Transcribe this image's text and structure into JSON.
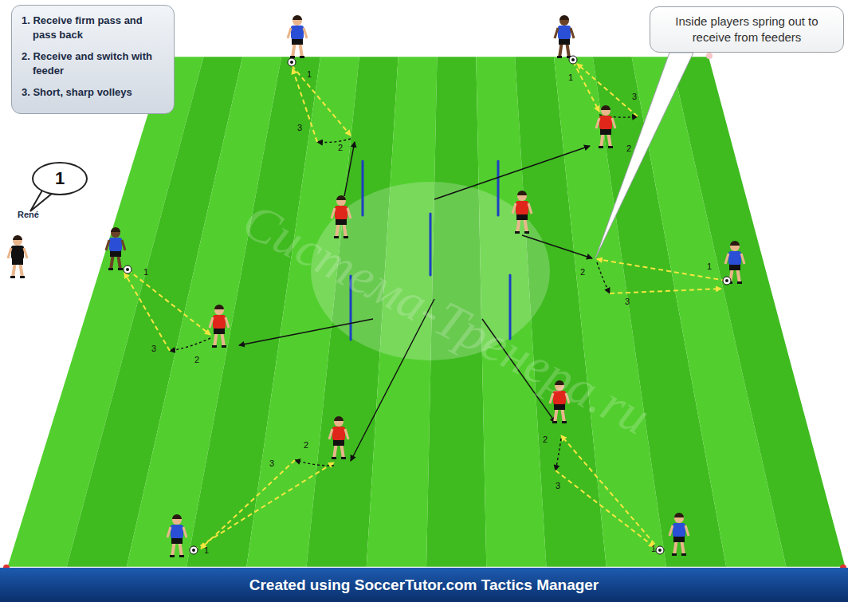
{
  "diagram": {
    "caption": "Created using SoccerTutor.com Tactics Manager",
    "nodes": [
      {
        "text": [
          "1. Receive firm pass and pass back",
          "2. Receive and switch with feeder",
          "3. Short, sharp volleys"
        ]
      },
      {
        "text": [
          "1"
        ]
      },
      {
        "text": [
          "Inside players spring out to receive from feeders"
        ]
      }
    ],
    "labels": [
      "René",
      "1",
      "2",
      "3",
      "1",
      "3",
      "2",
      "1",
      "3",
      "2",
      "1",
      "2",
      "3",
      "1",
      "2",
      "3",
      "1",
      "2",
      "3",
      "Система-Тренера.ru"
    ]
  }
}
